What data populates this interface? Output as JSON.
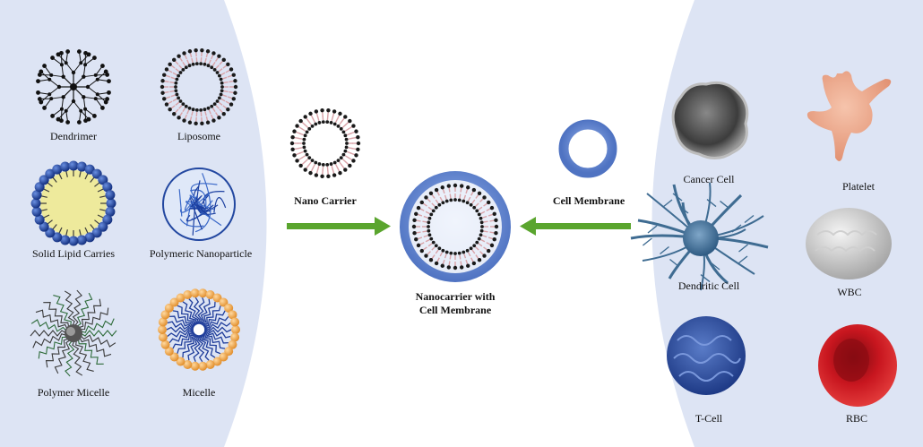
{
  "left_panel": {
    "items": [
      {
        "label": "Dendrimer",
        "icon": "dendrimer-icon"
      },
      {
        "label": "Liposome",
        "icon": "liposome-icon"
      },
      {
        "label": "Solid Lipid Carries",
        "icon": "solid-lipid-carrier-icon"
      },
      {
        "label": "Polymeric Nanoparticle",
        "icon": "polymeric-nanoparticle-icon"
      },
      {
        "label": "Polymer Micelle",
        "icon": "polymer-micelle-icon"
      },
      {
        "label": "Micelle",
        "icon": "micelle-icon"
      }
    ]
  },
  "center": {
    "nano_carrier_label": "Nano Carrier",
    "cell_membrane_label": "Cell Membrane",
    "result_line1": "Nanocarrier with",
    "result_line2": "Cell Membrane"
  },
  "right_panel": {
    "items": [
      {
        "label": "Cancer Cell",
        "icon": "cancer-cell-icon"
      },
      {
        "label": "Platelet",
        "icon": "platelet-icon"
      },
      {
        "label": "Dendritic Cell",
        "icon": "dendritic-cell-icon"
      },
      {
        "label": "WBC",
        "icon": "wbc-icon"
      },
      {
        "label": "T-Cell",
        "icon": "t-cell-icon"
      },
      {
        "label": "RBC",
        "icon": "rbc-icon"
      }
    ]
  },
  "colors": {
    "panel_bg": "#dde4f4",
    "arrow": "#5aa52e",
    "membrane": "#6b8fd6",
    "lipid_head": "#1a1a1a",
    "lipid_tail": "#d9a3a8",
    "rbc": "#c0141c",
    "platelet": "#f0a88a"
  }
}
